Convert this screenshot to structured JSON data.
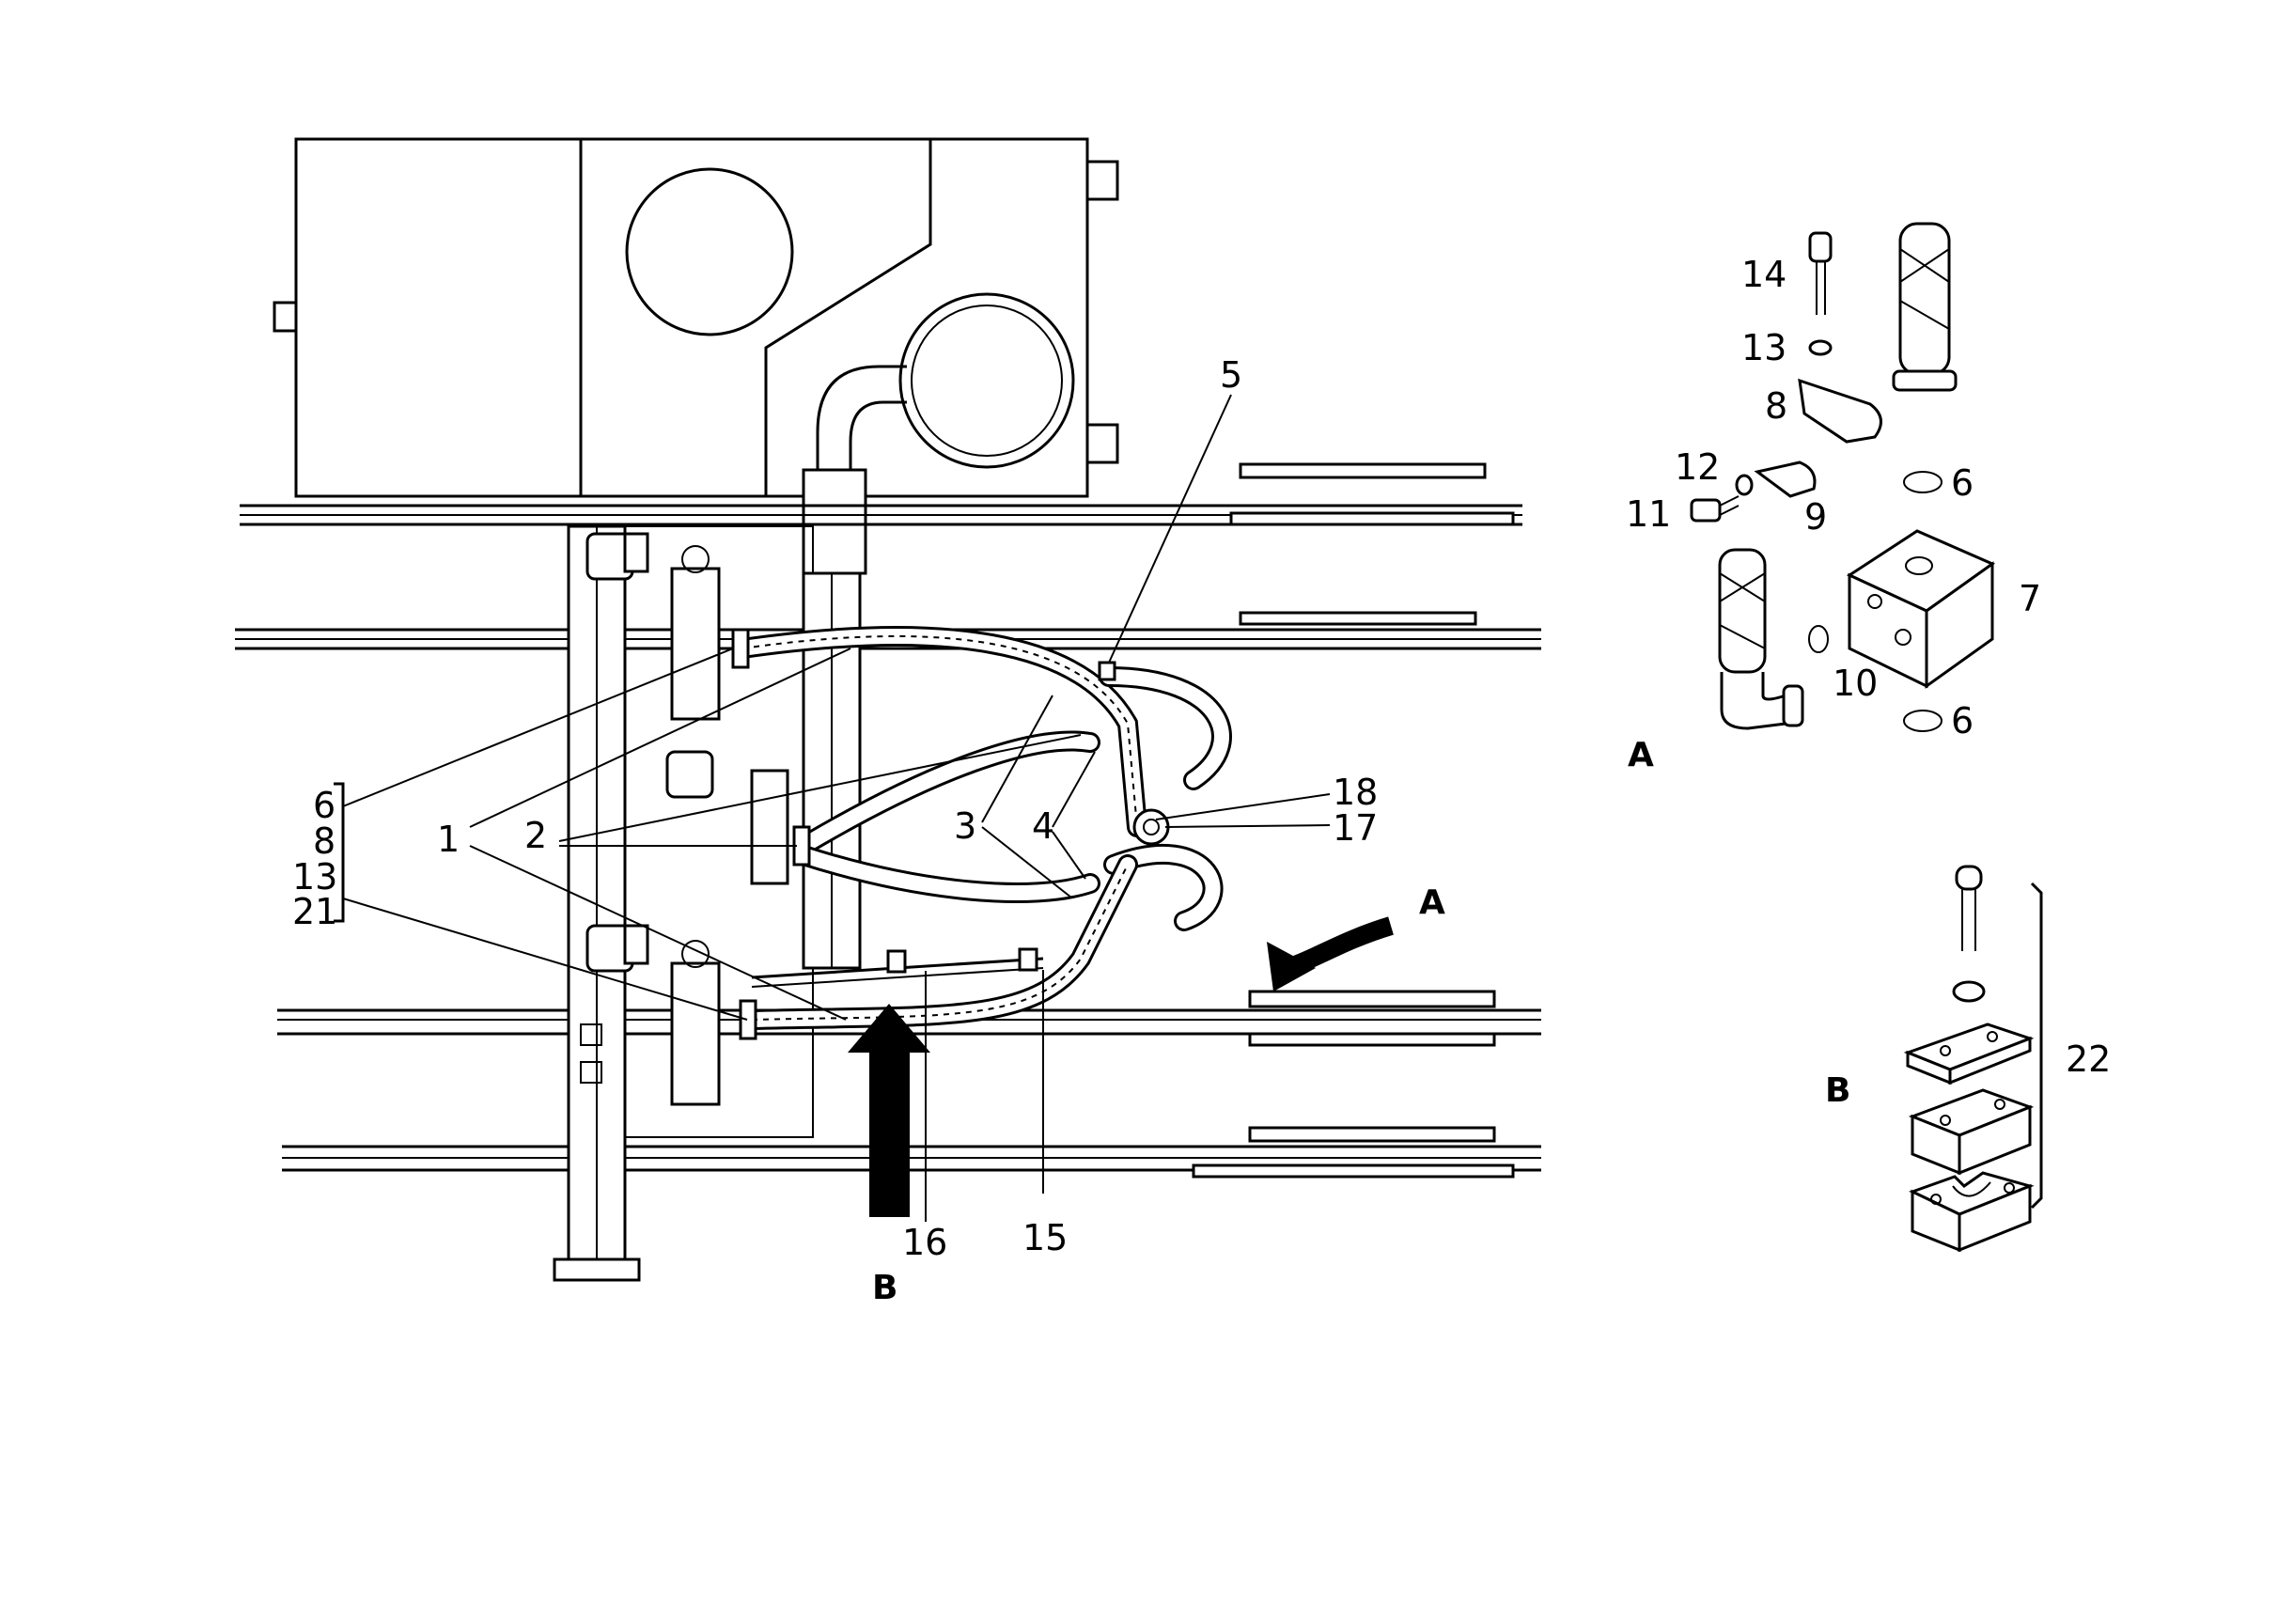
{
  "callouts": {
    "c1": "1",
    "c2": "2",
    "c3": "3",
    "c4": "4",
    "c5": "5",
    "c15": "15",
    "c16": "16",
    "c17": "17",
    "c18": "18",
    "group_left": [
      "6",
      "8",
      "13",
      "21"
    ]
  },
  "detail_a": {
    "letter": "A",
    "labels": {
      "c14": "14",
      "c13": "13",
      "c8": "8",
      "c12": "12",
      "c11": "11",
      "c9": "9",
      "c6a": "6",
      "c7": "7",
      "c10": "10",
      "c6b": "6"
    }
  },
  "detail_b": {
    "letter": "B",
    "c22": "22"
  },
  "view_arrows": {
    "a": "A",
    "b": "B"
  }
}
